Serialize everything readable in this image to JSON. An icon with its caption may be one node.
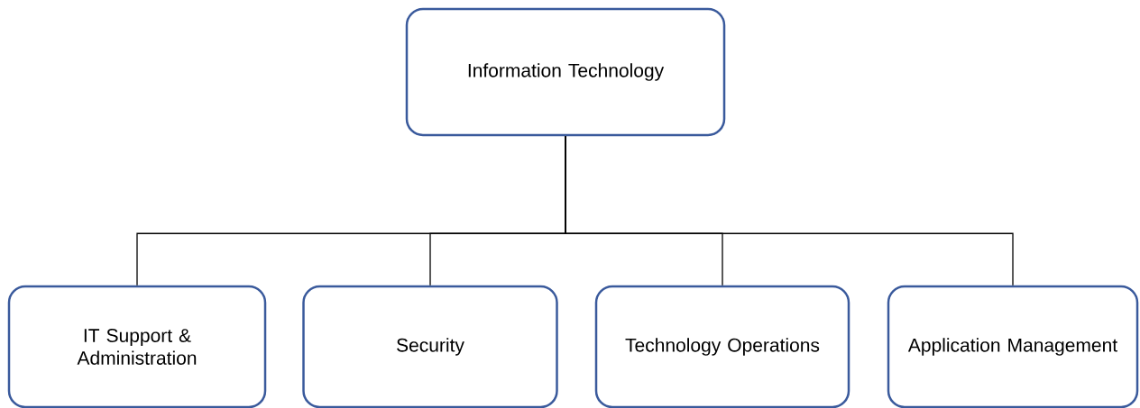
{
  "diagram": {
    "nodes": [
      {
        "text": [
          "Information Technology"
        ]
      },
      {
        "text": [
          "IT Support & Administration"
        ]
      },
      {
        "text": [
          "Security"
        ]
      },
      {
        "text": [
          "Technology Operations"
        ]
      },
      {
        "text": [
          "Application Management"
        ]
      }
    ],
    "edges": [
      {
        "from": 0,
        "to": 1,
        "arrow": "none"
      },
      {
        "from": 0,
        "to": 2,
        "arrow": "none"
      },
      {
        "from": 0,
        "to": 3,
        "arrow": "none"
      },
      {
        "from": 0,
        "to": 4,
        "arrow": "none"
      }
    ]
  }
}
